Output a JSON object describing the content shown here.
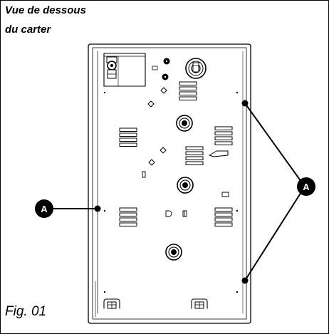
{
  "title": {
    "line1": "Vue de dessous",
    "line2": "du carter"
  },
  "figure_label": "Fig. 01",
  "callouts": {
    "left_label": "A",
    "right_label": "A"
  },
  "colors": {
    "ink": "#000000",
    "paper": "#ffffff"
  }
}
